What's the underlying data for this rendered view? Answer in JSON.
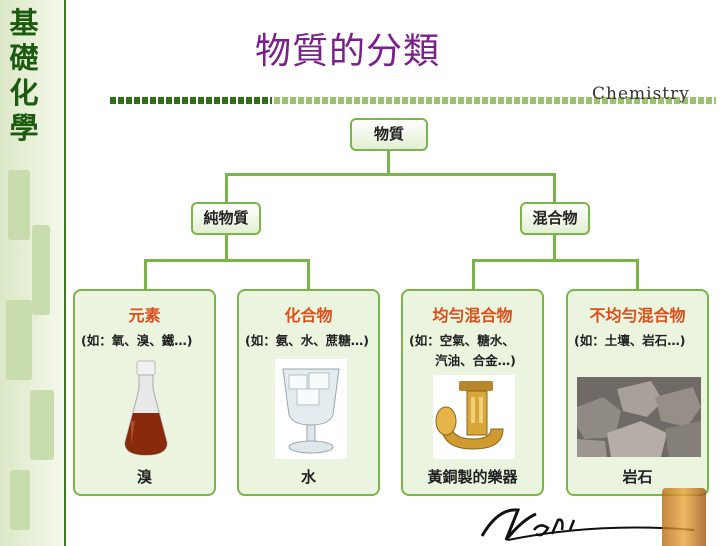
{
  "side_title": [
    "基",
    "礎",
    "化",
    "學"
  ],
  "title": "物質的分類",
  "header_label": "Chemistry",
  "tree": {
    "root": "物質",
    "pure": "純物質",
    "mixture": "混合物"
  },
  "categories": [
    {
      "title": "元素",
      "example": "(如：氧、溴、鐵…)",
      "caption": "溴",
      "icon": "bromine-bottle-icon"
    },
    {
      "title": "化合物",
      "example": "(如：氨、水、蔗糖…)",
      "caption": "水",
      "icon": "water-glass-icon"
    },
    {
      "title": "均勻混合物",
      "example": "(如：空氣、糖水、\n      汽油、合金…)",
      "caption": "黃銅製的樂器",
      "icon": "brass-tuba-icon"
    },
    {
      "title": "不均勻混合物",
      "example": "(如：土壤、岩石…)",
      "caption": "岩石",
      "icon": "rocks-icon"
    }
  ],
  "signature": "Vani",
  "colors": {
    "title": "#7b1f8a",
    "box_title": "#d9501c",
    "accent": "#7bb449",
    "side": "#1c5a10"
  }
}
